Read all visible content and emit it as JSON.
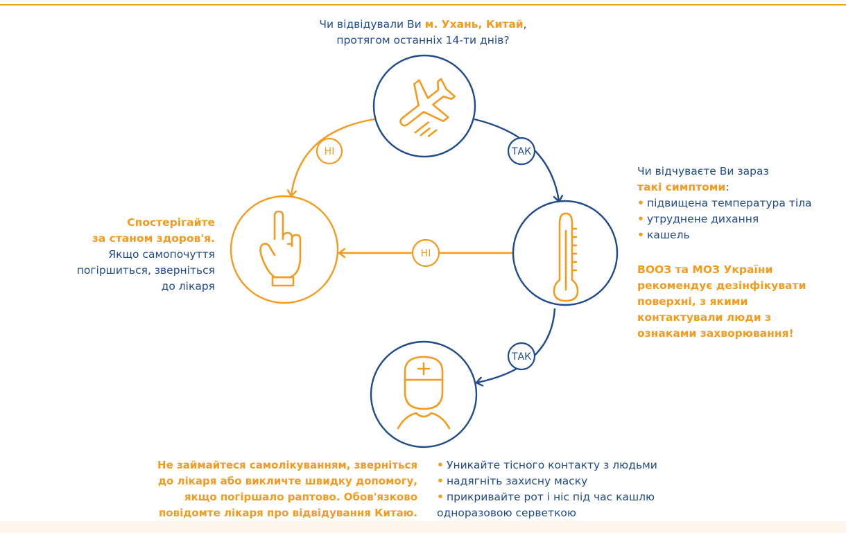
{
  "question1": {
    "prefix": "Чи відвідували Ви ",
    "highlight": "м. Ухань, Китай",
    "suffix": ",",
    "line2": "протягом останніх 14-ти днів?"
  },
  "labels": {
    "no_top": "НІ",
    "yes_top": "ТАК",
    "no_mid": "НІ",
    "yes_bottom": "ТАК"
  },
  "question2": {
    "line1": "Чи відчуваєте Ви зараз",
    "highlight": "такі симптоми",
    "colon": ":",
    "symptoms": [
      "підвищена температура тіла",
      "утруднене дихання",
      "кашель"
    ]
  },
  "recommendation": {
    "lines": [
      "ВООЗ та МОЗ України",
      "рекомендує дезінфікувати",
      "поверхні, з якими",
      "контактували люди з",
      "ознаками захворювання!"
    ]
  },
  "observe": {
    "bold1": "Спостерігайте",
    "bold2": "за станом здоров'я.",
    "line3": "Якщо самопочуття",
    "line4": "погіршиться, зверніться",
    "line5": "до лікаря"
  },
  "doctor_advice": {
    "lines": [
      "Не займайтеся самолікуванням, зверніться",
      "до лікаря або викличте швидку допомогу,",
      "якщо погіршало раптово. Обов'язково",
      "повідомте лікаря про відвідування Китаю."
    ]
  },
  "precautions": {
    "items": [
      "Уникайте тісного контакту з людьми",
      "надягніть захисну маску",
      "прикривайте рот і ніс під час кашлю"
    ],
    "continuation": "одноразовою серветкою"
  },
  "colors": {
    "blue": "#1f4a8c",
    "orange": "#f29b1f",
    "rule": "#f0a431"
  },
  "icons": [
    "airplane-icon",
    "thermometer-icon",
    "hand-icon",
    "doctor-icon"
  ]
}
